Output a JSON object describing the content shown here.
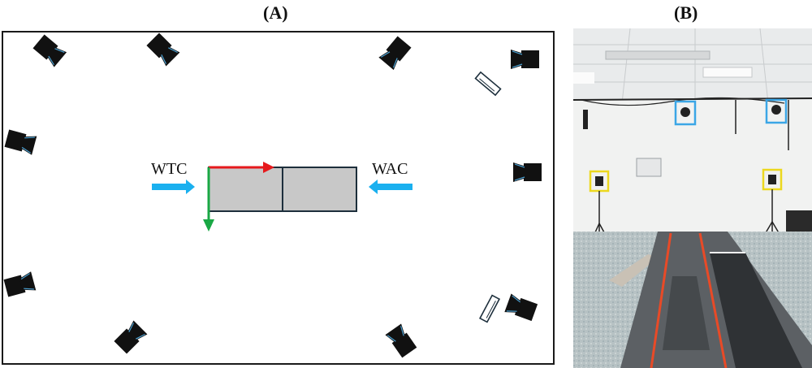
{
  "panels": {
    "a_label": "(A)",
    "b_label": "(B)"
  },
  "walkway": {
    "left_label": "WTC",
    "right_label": "WAC"
  },
  "colors": {
    "direction_arrow": "#1ab0ef",
    "axis_x": "#e6191c",
    "axis_y": "#1aa845",
    "force_plate_fill": "#c8c8c8",
    "force_plate_stroke": "#1d2f3c",
    "camera": "#111111",
    "photo_highlight_upper": "#3ba6e6",
    "photo_highlight_lower": "#ecd81f",
    "walkway_line": "#e84a27"
  },
  "icons": {
    "camera": "camera-icon",
    "depth_sensor": "depth-sensor-icon"
  }
}
